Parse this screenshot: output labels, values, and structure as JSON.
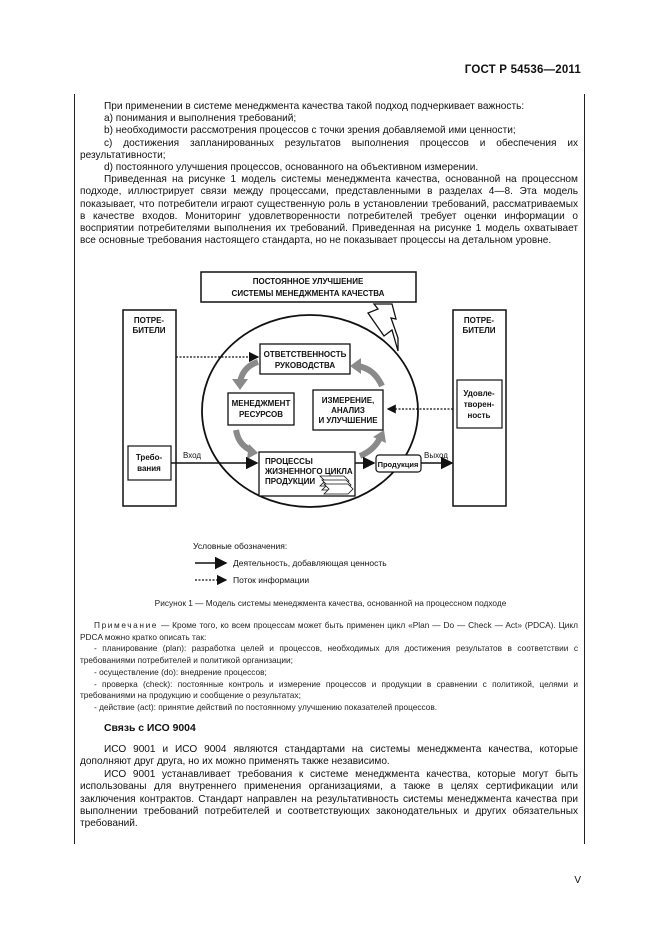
{
  "header": {
    "doc_code": "ГОСТ Р 54536—2011"
  },
  "intro": {
    "p1": "При применении в системе менеджмента качества такой подход подчеркивает важность:",
    "items": [
      "a) понимания и выполнения требований;",
      "b) необходимости рассмотрения процессов с точки зрения добавляемой ими ценности;",
      "c) достижения запланированных результатов выполнения процессов и обеспечения их результативности;",
      "d) постоянного улучшения процессов, основанного на объективном измерении."
    ],
    "p2": "Приведенная на рисунке 1 модель системы менеджмента качества, основанной на процессном подходе, иллюстрирует связи между процессами, представленными в разделах 4—8. Эта модель показывает, что потребители играют существенную роль в установлении требований, рассматриваемых в качестве входов. Мониторинг удовлетворенности потребителей требует оценки информации о восприятии потребителями выполнения их требований. Приведенная на рисунке 1 модель охватывает все основные требования настоящего стандарта, но не показывает процессы на детальном уровне."
  },
  "figure": {
    "title_line1": "ПОСТОЯННОЕ УЛУЧШЕНИЕ",
    "title_line2": "СИСТЕМЫ МЕНЕДЖМЕНТА КАЧЕСТВА",
    "left_block_line1": "ПОТРЕ-",
    "left_block_line2": "БИТЕЛИ",
    "right_block_line1": "ПОТРЕ-",
    "right_block_line2": "БИТЕЛИ",
    "requirements_line1": "Требо-",
    "requirements_line2": "вания",
    "satisfaction_line1": "Удовле-",
    "satisfaction_line2": "творен-",
    "satisfaction_line3": "ность",
    "responsibility_line1": "ОТВЕТСТВЕННОСТЬ",
    "responsibility_line2": "РУКОВОДСТВА",
    "resources_line1": "МЕНЕДЖМЕНТ",
    "resources_line2": "РЕСУРСОВ",
    "measurement_line1": "ИЗМЕРЕНИЕ,",
    "measurement_line2": "АНАЛИЗ",
    "measurement_line3": "И УЛУЧШЕНИЕ",
    "processes_line1": "ПРОЦЕССЫ",
    "processes_line2": "ЖИЗНЕННОГО ЦИКЛА",
    "processes_line3": "ПРОДУКЦИИ",
    "product": "Продукция",
    "input": "Вход",
    "output": "Выход",
    "legend_title": "Условные обозначения:",
    "legend_value_added": "Деятельность, добавляющая ценность",
    "legend_info_flow": "Поток информации",
    "caption": "Рисунок 1 — Модель системы менеджмента качества, основанной на процессном подходе"
  },
  "note": {
    "label": "Примечание",
    "line1_rest": "— Кроме того, ко всем процессам может быть применен цикл «Plan — Do — Check — Act» (PDCA). Цикл PDCA можно кратко описать так:",
    "items": [
      "- планирование (plan): разработка целей и процессов, необходимых для достижения результатов в соответствии с требованиями потребителей и политикой организации;",
      "- осуществление (do): внедрение процессов;",
      "- проверка (check): постоянные контроль и измерение процессов и продукции в сравнении с политикой, целями и требованиями на продукцию и сообщение о результатах;",
      "- действие (act): принятие действий по постоянному улучшению показателей процессов."
    ]
  },
  "section": {
    "title": "Связь с ИСО 9004",
    "p1": "ИСО 9001 и ИСО 9004 являются стандартами на системы менеджмента качества, которые дополняют друг друга, но их можно применять также независимо.",
    "p2": "ИСО 9001 устанавливает требования к системе менеджмента качества, которые могут быть использованы для внутреннего применения организациями, а также в целях сертификации или заключения контрактов. Стандарт направлен на результативность системы менеджмента качества при выполнении требований потребителей и соответствующих законодательных и других обязательных требований."
  },
  "page_number": "V"
}
